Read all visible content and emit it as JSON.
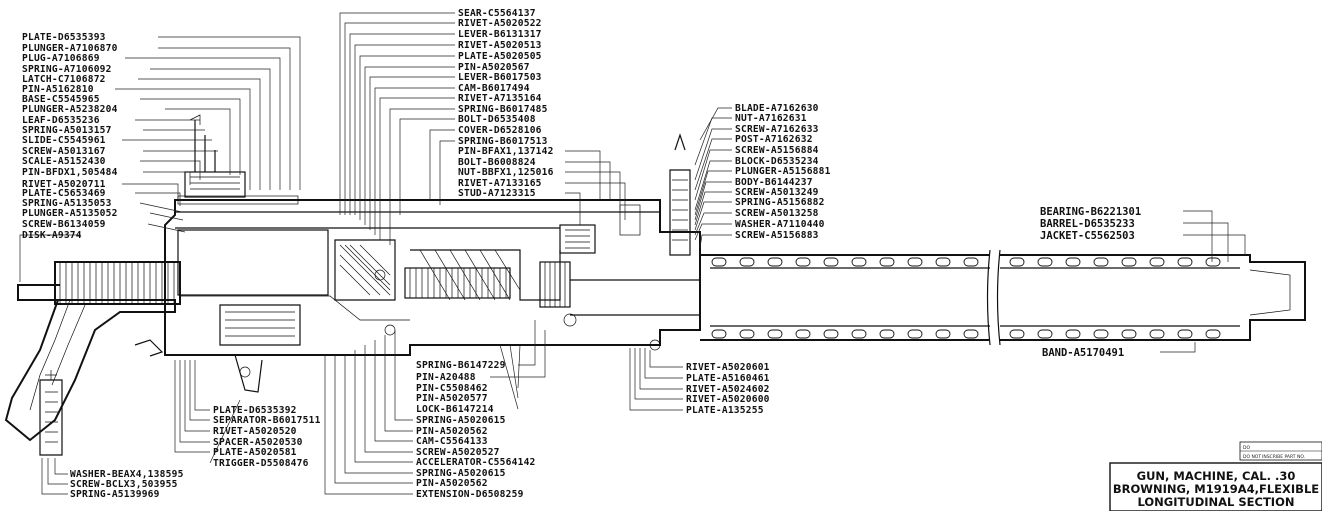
{
  "left_labels_top": [
    "PLATE-D6535393",
    "PLUNGER-A7106870",
    "PLUG-A7106869",
    "SPRING-A7106092",
    "LATCH-C7106872",
    "PIN-A5162810",
    "BASE-C5545965",
    "PLUNGER-A5238204",
    "LEAF-D6535236",
    "SPRING-A5013157",
    "SLIDE-C5545961",
    "SCREW-A5013167",
    "SCALE-A5152430",
    "PIN-BFDX1,505484",
    "RIVET-A5020711",
    "PLATE-C5653469",
    "SPRING-A5135053",
    "PLUNGER-A5135052",
    "SCREW-B6134059",
    "DISK-A9374"
  ],
  "center_labels_top": [
    "SEAR-C5564137",
    "RIVET-A5020522",
    "LEVER-B6131317",
    "RIVET-A5020513",
    "PLATE-A5020505",
    "PIN-A5020567",
    "LEVER-B6017503",
    "CAM-B6017494",
    "RIVET-A7135164",
    "SPRING-B6017485",
    "BOLT-D6535408",
    "COVER-D6528106",
    "SPRING-B6017513",
    "PIN-BFAX1,137142",
    "BOLT-B6008824",
    "NUT-BBFX1,125016",
    "RIVET-A7133165",
    "STUD-A7123315"
  ],
  "right_labels_top": [
    "BLADE-A7162630",
    "NUT-A7162631",
    "SCREW-A7162633",
    "POST-A7162632",
    "SCREW-A5156884",
    "BLOCK-D6535234",
    "PLUNGER-A5156881",
    "BODY-B6144237",
    "SCREW-A5013249",
    "SPRING-A5156882",
    "SCREW-A5013258",
    "WASHER-A7110440",
    "SCREW-A5156883"
  ],
  "barrel_labels": [
    "BEARING-B6221301",
    "BARREL-D6535233",
    "JACKET-C5562503"
  ],
  "band_label": "BAND-A5170491",
  "bottom_center_labels": [
    "SPRING-B6147229",
    "PIN-A20488",
    "PIN-C5508462",
    "PIN-A5020577",
    "LOCK-B6147214",
    "SPRING-A5020615",
    "PIN-A5020562",
    "CAM-C5564133",
    "SCREW-A5020527",
    "ACCELERATOR-C5564142",
    "SPRING-A5020615",
    "PIN-A5020562",
    "EXTENSION-D6508259"
  ],
  "bottom_left_labels": [
    "PLATE-D6535392",
    "SEPARATOR-B6017511",
    "RIVET-A5020520",
    "SPACER-A5020530",
    "PLATE-A5020581",
    "TRIGGER-D5508476"
  ],
  "bottom_far_left_labels": [
    "WASHER-BEAX4,138595",
    "SCREW-BCLX3,503955",
    "SPRING-A5139969"
  ],
  "bottom_right_labels": [
    "RIVET-A5020601",
    "PLATE-A5160461",
    "RIVET-A5024602",
    "RIVET-A5020600",
    "PLATE-A135255"
  ],
  "title_block": {
    "lines": [
      "GUN, MACHINE, CAL. .30",
      "BROWNING, M1919A4,FLEXIBLE",
      "LONGITUDINAL SECTION"
    ],
    "note_do": "DO",
    "note_do_not": "DO NOT",
    "note_inscribe": "INSCRIBE PART NO."
  }
}
